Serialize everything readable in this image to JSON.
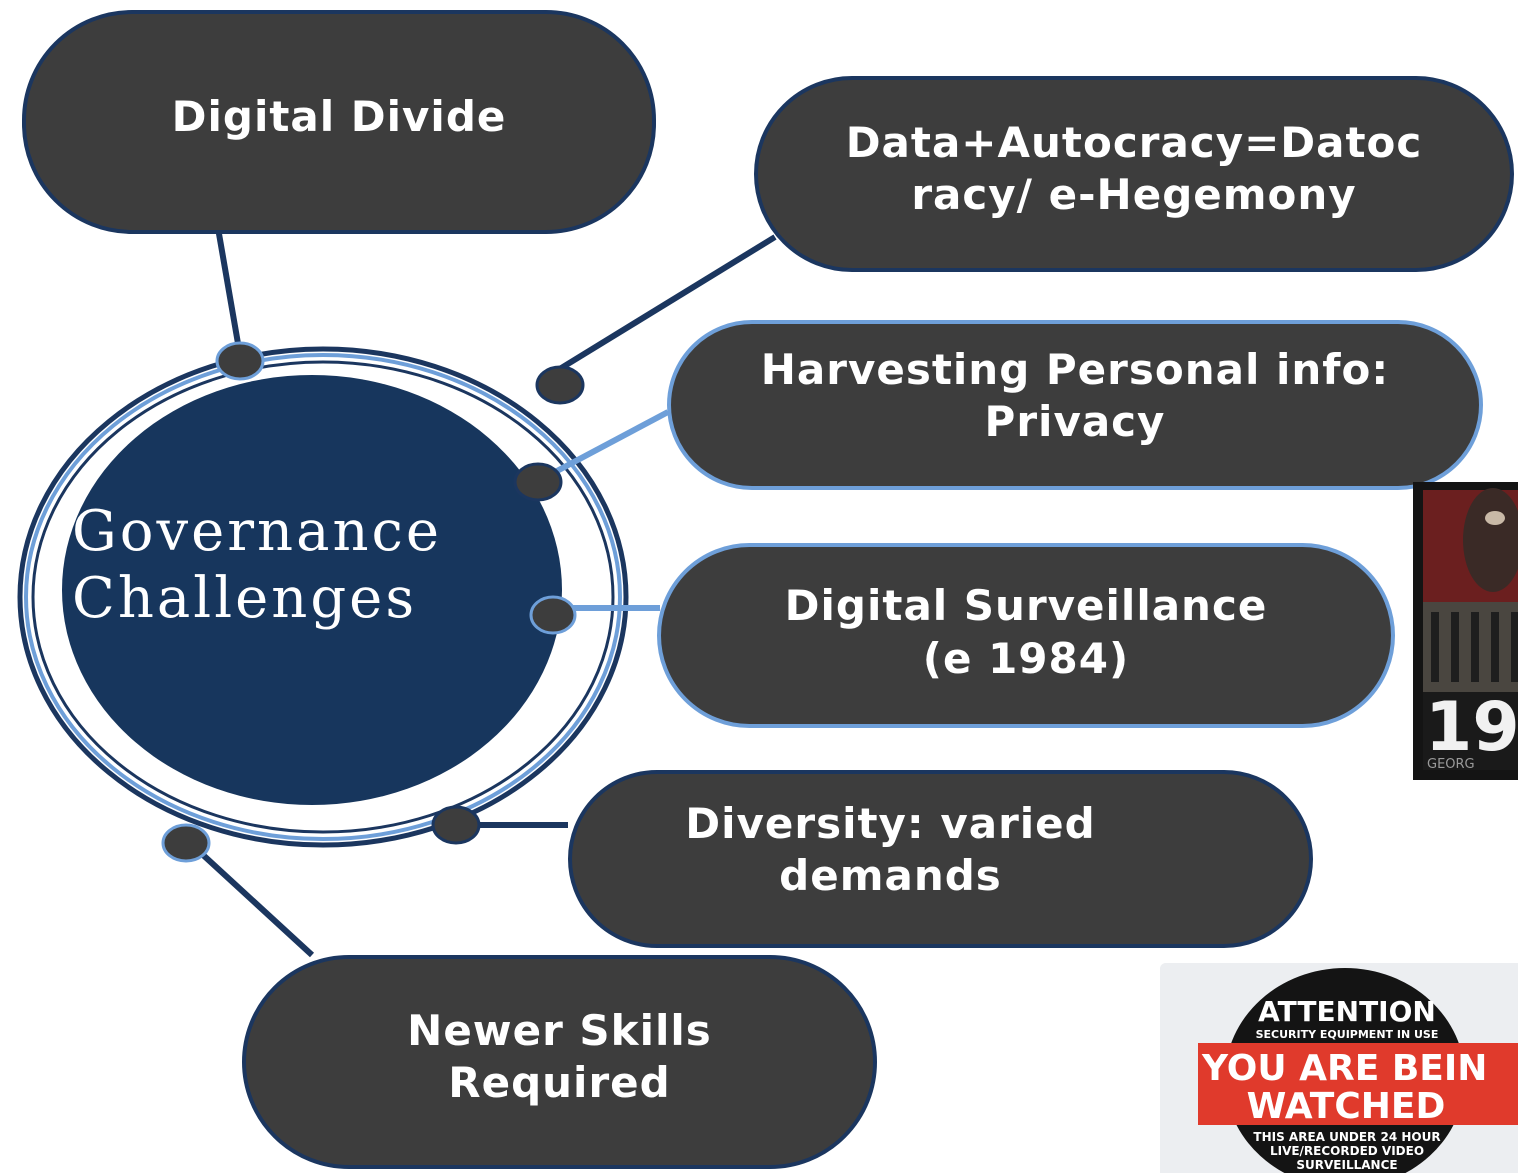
{
  "center": {
    "line1": "Governance",
    "line2": "Challenges"
  },
  "nodes": {
    "digital_divide": "Digital Divide",
    "datocracy_line1": "Data+Autocracy=Datoc",
    "datocracy_line2": "racy/ e-Hegemony",
    "privacy_line1": "Harvesting Personal info:",
    "privacy_line2": "Privacy",
    "surveillance_line1": "Digital Surveillance",
    "surveillance_line2": "(e 1984)",
    "diversity_line1": "Diversity: varied",
    "diversity_line2": "demands",
    "skills_line1": "Newer Skills",
    "skills_line2": "Required"
  },
  "images": {
    "book_cover": {
      "title_fragment": "19",
      "author_fragment": "GEORG"
    },
    "sign": {
      "attention": "ATTENTION",
      "equipment": "SECURITY EQUIPMENT IN USE",
      "being_watched_1": "YOU ARE BEIN",
      "being_watched_2": "WATCHED",
      "area_line1": "THIS AREA UNDER 24 HOUR",
      "area_line2": "LIVE/RECORDED VIDEO",
      "area_line3": "SURVEILLANCE"
    }
  },
  "colors": {
    "node_fill": "#3d3d3d",
    "center_fill": "#17365d",
    "dark_border": "#1b365f",
    "light_border": "#6e9fd9",
    "sign_red": "#e03a2c"
  }
}
